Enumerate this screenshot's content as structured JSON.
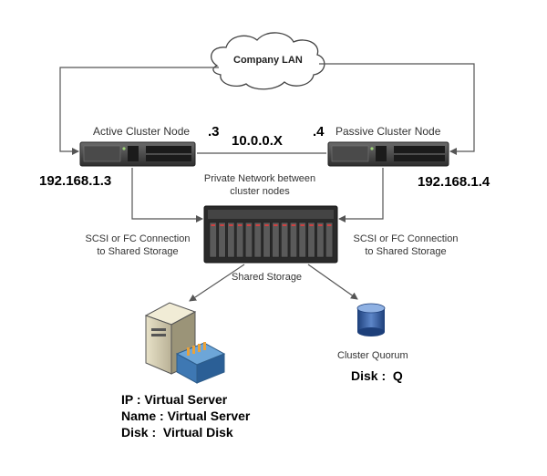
{
  "lan": {
    "label": "Company LAN"
  },
  "active_node": {
    "title": "Active Cluster Node",
    "suffix": ".3",
    "ip": "192.168.1.3"
  },
  "passive_node": {
    "title": "Passive Cluster Node",
    "suffix": ".4",
    "ip": "192.168.1.4"
  },
  "private_network": {
    "subnet": "10.0.0.X",
    "line1": "Private Network between",
    "line2": "cluster nodes"
  },
  "connections": {
    "left_line1": "SCSI or FC Connection",
    "left_line2": "to Shared Storage",
    "right_line1": "SCSI or FC Connection",
    "right_line2": "to Shared Storage"
  },
  "storage": {
    "label": "Shared Storage"
  },
  "virtual_server": {
    "ip_line": "IP : Virtual Server",
    "name_line": "Name : Virtual Server",
    "disk_line": "Disk :  Virtual Disk"
  },
  "quorum": {
    "label": "Cluster Quorum",
    "disk_line": "Disk :  Q"
  }
}
